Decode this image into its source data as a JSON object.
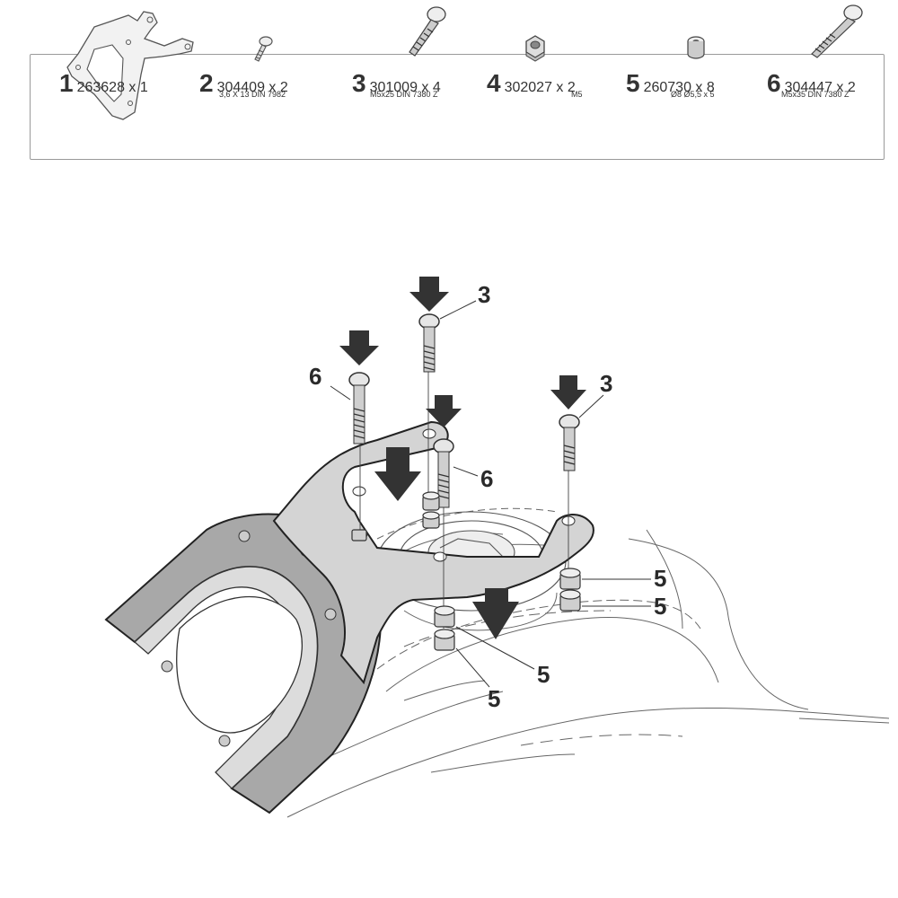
{
  "parts": [
    {
      "number": "1",
      "code": "263628 x 1",
      "spec": ""
    },
    {
      "number": "2",
      "code": "304409 x 2",
      "spec": "3,6 X 13 DIN 7982"
    },
    {
      "number": "3",
      "code": "301009 x 4",
      "spec": "M5x25 DIN 7380 Z"
    },
    {
      "number": "4",
      "code": "302027 x 2",
      "spec": "M5"
    },
    {
      "number": "5",
      "code": "260730 x 8",
      "spec": "Ø8 Ø5,5 x 5"
    },
    {
      "number": "6",
      "code": "304447 x 2",
      "spec": "M5x35 DIN 7380 Z"
    }
  ],
  "callouts": {
    "bolt_rear_top": "3",
    "bolt_right": "3",
    "bolt_left": "6",
    "bolt_center": "6",
    "spacer_right_top": "5",
    "spacer_right_bottom": "5",
    "spacer_center_top": "5",
    "spacer_center_bottom": "5"
  },
  "colors": {
    "ink": "#2a2a2a",
    "ring_fill": "#a8a8a8",
    "bracket_fill": "#d4d4d4",
    "arrow": "#333333",
    "frame": "#9a9a9a"
  }
}
